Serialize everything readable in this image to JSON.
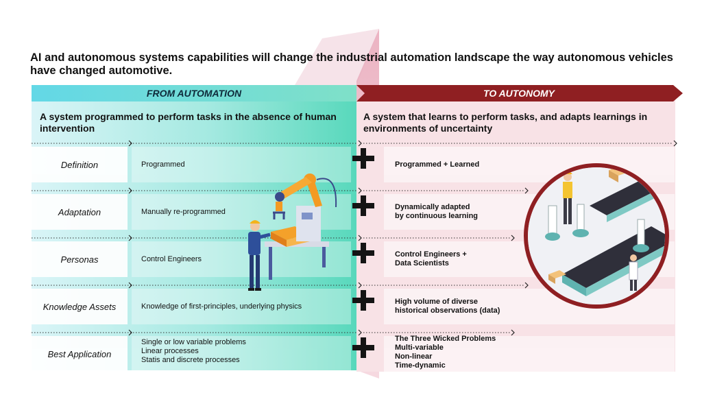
{
  "title": "AI and autonomous systems capabilities will change the industrial automation landscape the way autonomous vehicles have changed automotive.",
  "left": {
    "header": "FROM AUTOMATION",
    "description": "A system programmed to perform tasks in the absence of human intervention"
  },
  "right": {
    "header": "TO AUTONOMY",
    "description": "A system that learns to perform tasks, and adapts learnings in environments of uncertainty"
  },
  "rows": [
    {
      "label": "Definition",
      "left": [
        "Programmed"
      ],
      "right": [
        "Programmed + Learned"
      ]
    },
    {
      "label": "Adaptation",
      "left": [
        "Manually re-programmed"
      ],
      "right": [
        "Dynamically adapted",
        "by continuous learning"
      ]
    },
    {
      "label": "Personas",
      "left": [
        "Control Engineers"
      ],
      "right": [
        "Control Engineers +",
        "Data Scientists"
      ]
    },
    {
      "label": "Knowledge Assets",
      "left": [
        "Knowledge of first-principles, underlying physics"
      ],
      "right": [
        "High volume of diverse",
        "historical observations (data)"
      ]
    },
    {
      "label": "Best Application",
      "left": [
        "Single or low variable problems",
        "Linear processes",
        "Statis and discrete processes"
      ],
      "right": [
        "The Three Wicked Problems",
        "Multi-variable",
        "Non-linear",
        "Time-dynamic"
      ]
    }
  ],
  "colors": {
    "automation_accent": "#5ad7d0",
    "autonomy_accent": "#8f1f22",
    "autonomy_panel": "#f8e2e6",
    "plus": "#111111"
  },
  "icons": [
    "plus-icon",
    "chevron-right-icon",
    "worker-robot-arm-illustration",
    "factory-conveyor-illustration"
  ]
}
